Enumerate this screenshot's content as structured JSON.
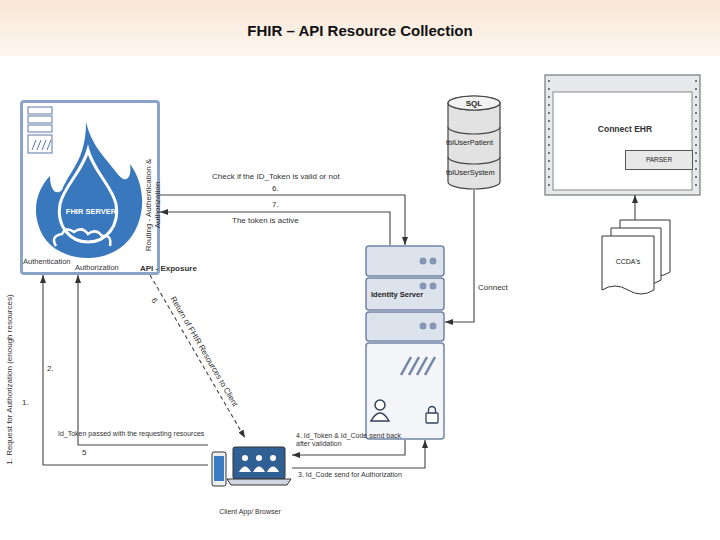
{
  "diagram": {
    "title": "FHIR – API Resource Collection",
    "nodes": [
      {
        "text": [
          "FHIR SERVER",
          "Routing - Authentication & Authorization",
          "Authentication",
          "Authorization",
          "API - Exposure"
        ]
      },
      {
        "text": [
          "SQL",
          "tblUserPatient",
          "tblUserSystem"
        ]
      },
      {
        "text": [
          "Connect EHR"
        ]
      },
      {
        "text": [
          "PARSER"
        ],
        "in": 2
      },
      {
        "text": [
          "CCDA's"
        ]
      },
      {
        "text": [
          "Identity Server"
        ]
      },
      {
        "text": [
          "Client App/ Browser"
        ]
      }
    ],
    "edges": [
      {
        "from": 6,
        "to": 0,
        "arrow": "to",
        "label": "1. Request for Authorization (enough resources)"
      },
      {
        "from": 6,
        "to": 0,
        "arrow": "to",
        "label": "Id_Token passed with the requesting resources"
      },
      {
        "from": 0,
        "to": 6,
        "arrow": "to",
        "label": "Return of FHIR Resources to Client"
      },
      {
        "from": 0,
        "to": 5,
        "arrow": "to",
        "label": "Check if the ID_Token is valid or not"
      },
      {
        "from": 5,
        "to": 0,
        "arrow": "to",
        "label": "The token is active"
      },
      {
        "from": 6,
        "to": 5,
        "arrow": "to",
        "label": "3. Id_Code send for Authorization"
      },
      {
        "from": 5,
        "to": 6,
        "arrow": "to",
        "label": "4. Id_Token & Id_Code send back after validation"
      },
      {
        "from": 1,
        "to": 5,
        "arrow": "to",
        "label": "Connect"
      },
      {
        "from": 4,
        "to": 2,
        "arrow": "to"
      }
    ],
    "labels": [
      "1.",
      "2.",
      "5",
      "6",
      "6.",
      "7."
    ]
  }
}
